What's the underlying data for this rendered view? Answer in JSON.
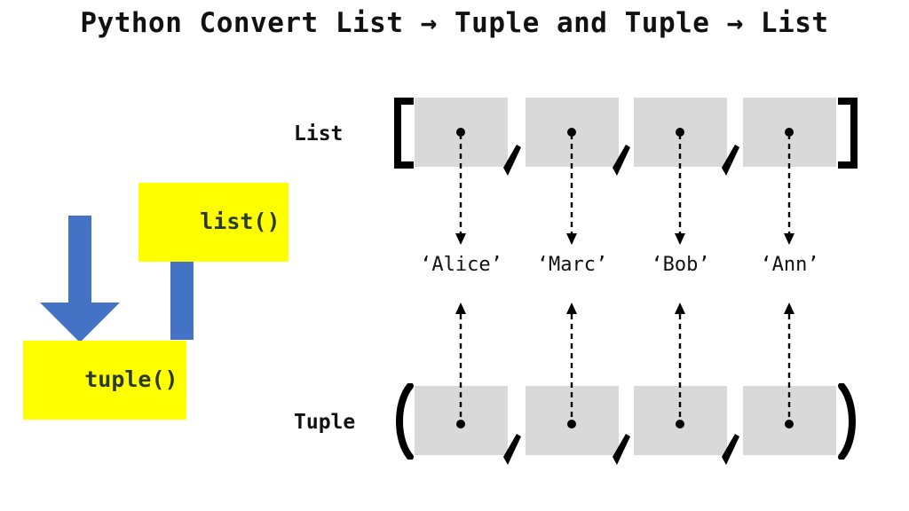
{
  "title": "Python Convert List → Tuple and Tuple → List",
  "colors": {
    "arrow_blue": "#4472C4",
    "highlight_yellow": "#FFFF00",
    "cell_gray": "#D9D9D9",
    "ink_black": "#000000",
    "code_text": "#2B3A2B",
    "background": "#FFFFFF"
  },
  "conversion": {
    "to_tuple": {
      "label": "tuple()",
      "direction": "down",
      "icon": "down-arrow-icon"
    },
    "to_list": {
      "label": "list()",
      "direction": "up",
      "icon": "up-arrow-icon"
    }
  },
  "sequences": {
    "list": {
      "label": "List",
      "open_bracket": "[",
      "close_bracket": "]",
      "separator": ",",
      "arrow_direction": "down"
    },
    "tuple": {
      "label": "Tuple",
      "open_bracket": "(",
      "close_bracket": ")",
      "separator": ",",
      "arrow_direction": "up"
    }
  },
  "elements": [
    {
      "index": 0,
      "value": "‘Alice’"
    },
    {
      "index": 1,
      "value": "‘Marc’"
    },
    {
      "index": 2,
      "value": "‘Bob’"
    },
    {
      "index": 3,
      "value": "‘Ann’"
    }
  ]
}
